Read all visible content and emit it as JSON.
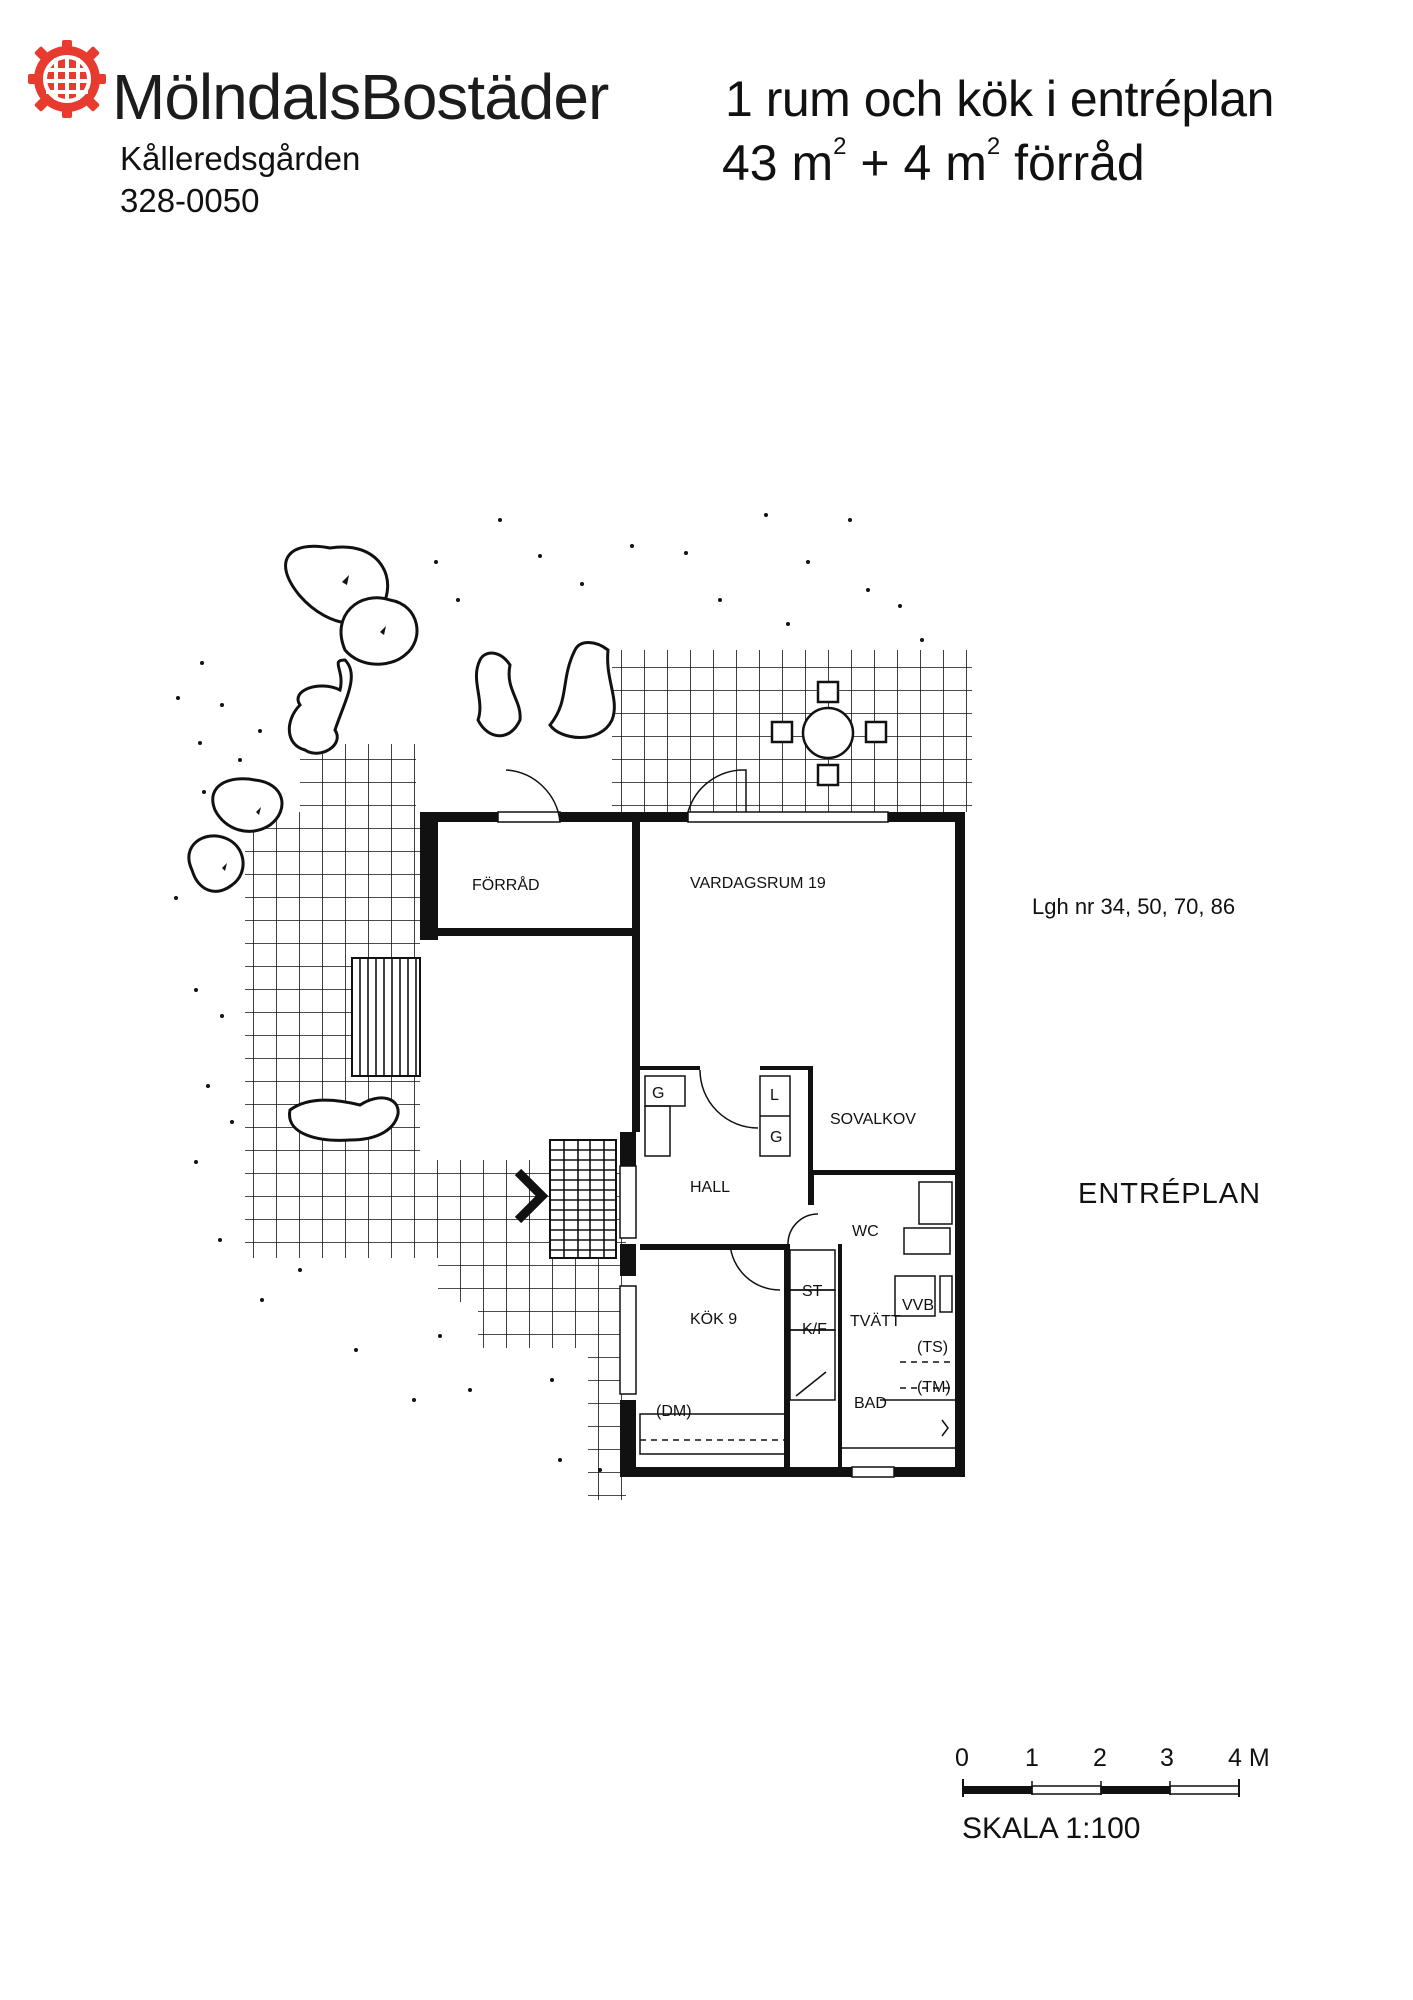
{
  "header": {
    "brand": "MölndalsBostäder",
    "estate": "Kålleredsgården",
    "object_no": "328-0050",
    "title_line1": "1 rum och kök i entréplan",
    "title_line2_a": "43 m",
    "title_line2_sup1": "2",
    "title_line2_b": " + 4 m",
    "title_line2_sup2": "2",
    "title_line2_c": " förråd"
  },
  "plan": {
    "apartment_numbers": "Lgh nr 34, 50, 70, 86",
    "level": "ENTRÉPLAN",
    "rooms": {
      "storage": "FÖRRÅD",
      "living": "VARDAGSRUM 19",
      "alcove": "SOVALKOV",
      "hall": "HALL",
      "kitchen": "KÖK 9",
      "wc": "WC",
      "laundry": "TVÄTT",
      "bath": "BAD"
    },
    "fixtures": {
      "g_hall": "G",
      "l": "L",
      "g_alcove": "G",
      "st": "ST",
      "kf": "K/F",
      "dm": "(DM)",
      "vvb": "VVB",
      "ts": "(TS)",
      "tm": "(TM)"
    }
  },
  "scale": {
    "ticks": [
      "0",
      "1",
      "2",
      "3",
      "4 M"
    ],
    "label": "SKALA 1:100"
  },
  "colors": {
    "logo": "#e63b2e",
    "ink": "#111111"
  }
}
